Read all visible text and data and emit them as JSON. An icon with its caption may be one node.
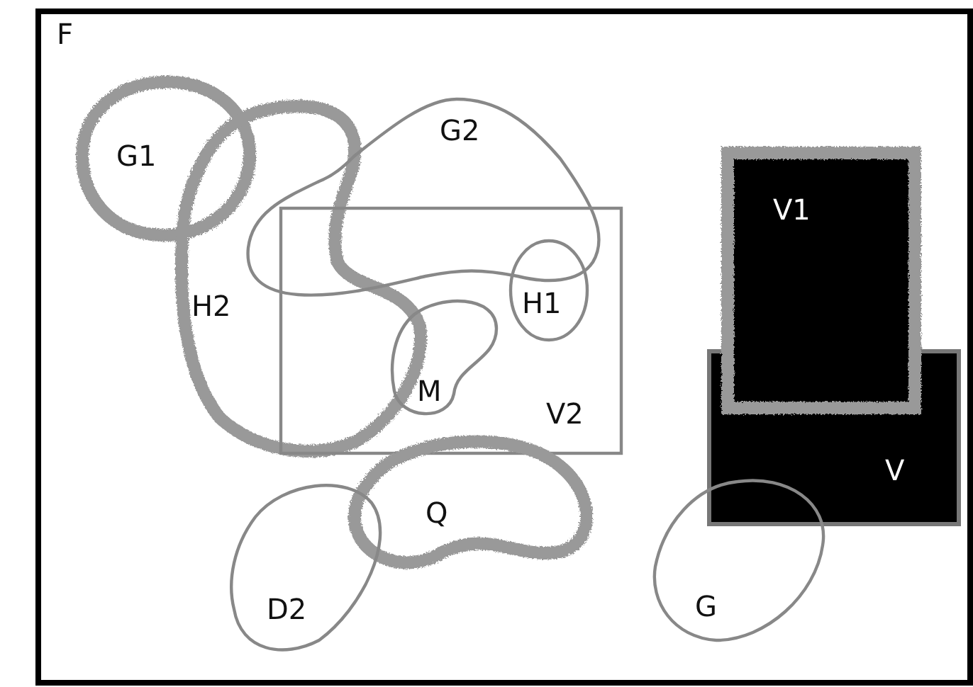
{
  "diagram": {
    "nodes": [
      {
        "text": [
          "F"
        ]
      },
      {
        "text": [
          "G1"
        ],
        "in": 0
      },
      {
        "text": [
          "H2"
        ],
        "in": 0
      },
      {
        "text": [
          "G2"
        ],
        "in": 0
      },
      {
        "text": [
          "V2"
        ],
        "in": 0
      },
      {
        "text": [
          "H1"
        ],
        "in": 4
      },
      {
        "text": [
          "M"
        ],
        "in": 4
      },
      {
        "text": [
          "Q"
        ],
        "in": 0
      },
      {
        "text": [
          "D2"
        ],
        "in": 0
      },
      {
        "text": [
          "V"
        ],
        "in": 0
      },
      {
        "text": [
          "V1"
        ],
        "in": 0
      },
      {
        "text": [
          "G"
        ],
        "in": 0
      }
    ]
  }
}
